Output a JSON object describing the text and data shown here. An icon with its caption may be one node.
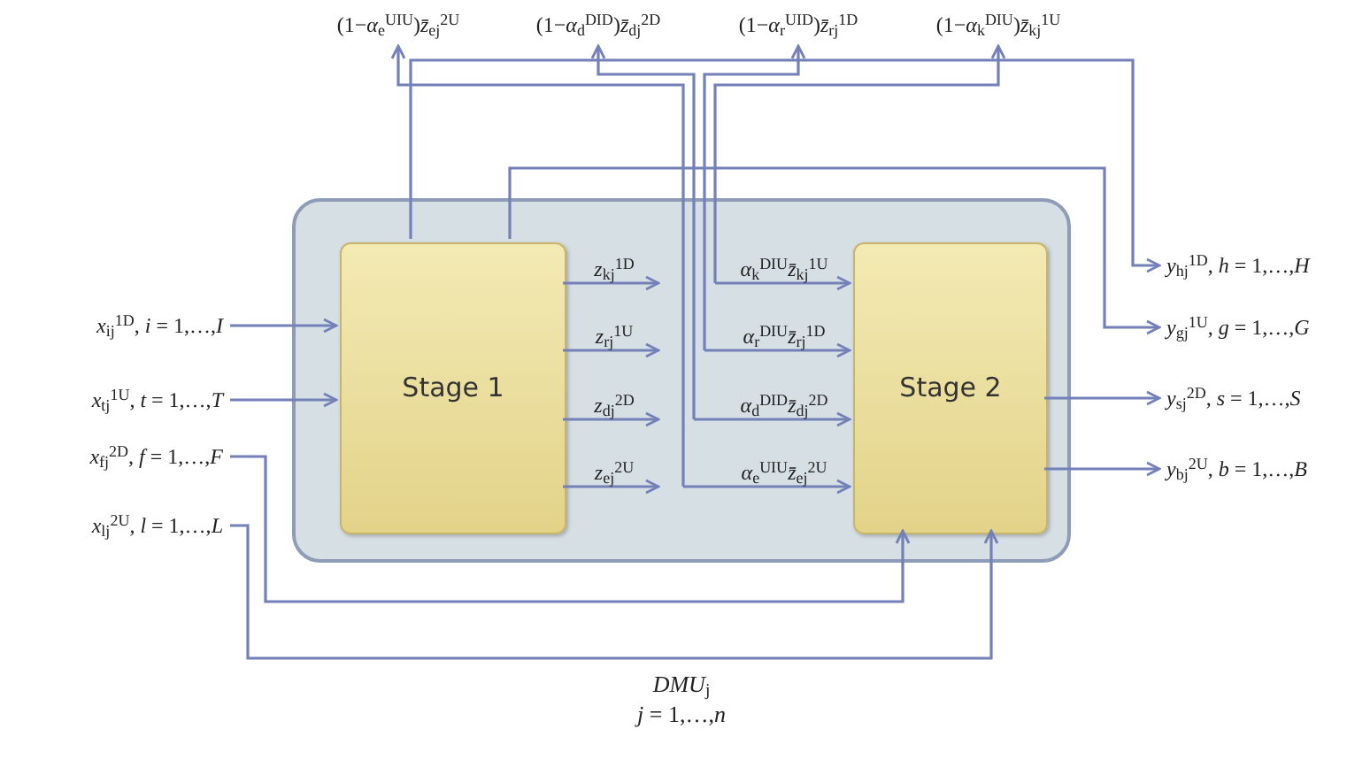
{
  "diagram": {
    "nodes": [
      {
        "text": [],
        "shape": "box"
      },
      {
        "text": [
          "Stage 1"
        ],
        "in": 0
      },
      {
        "text": [
          "Stage 2"
        ],
        "in": 0
      },
      {
        "text": [
          "*x*$_{ij}$$^{1D}$, *i* = 1,…,*I*"
        ]
      },
      {
        "text": [
          "*x*$_{tj}$$^{1U}$, *t* = 1,…,*T*"
        ]
      },
      {
        "text": [
          "*x*$_{fj}$$^{2D}$, *f* = 1,…,*F*"
        ]
      },
      {
        "text": [
          "*x*$_{lj}$$^{2U}$, *l* = 1,…,*L*"
        ]
      },
      {
        "text": [
          "(1−*α*$_{e}$$^{UIU}$)*z̄*$_{ej}$$^{2U}$"
        ]
      },
      {
        "text": [
          "(1−*α*$_{d}$$^{DID}$)*z̄*$_{dj}$$^{2D}$"
        ]
      },
      {
        "text": [
          "(1−*α*$_{r}$$^{UID}$)*z̄*$_{rj}$$^{1D}$"
        ]
      },
      {
        "text": [
          "(1−*α*$_{k}$$^{DIU}$)*z̄*$_{kj}$$^{1U}$"
        ]
      },
      {
        "text": [
          "*y*$_{hj}$$^{1D}$, *h* = 1,…,*H*"
        ]
      },
      {
        "text": [
          "*y*$_{gj}$$^{1U}$, *g* = 1,…,*G*"
        ]
      },
      {
        "text": [
          "*y*$_{sj}$$^{2D}$, *s* = 1,…,*S*"
        ]
      },
      {
        "text": [
          "*y*$_{bj}$$^{2U}$, *b* = 1,…,*B*"
        ]
      }
    ],
    "edges": [
      {
        "from": 3,
        "to": 1,
        "arrow": "to"
      },
      {
        "from": 4,
        "to": 1,
        "arrow": "to"
      },
      {
        "from": 5,
        "to": 2,
        "arrow": "to"
      },
      {
        "from": 6,
        "to": 2,
        "arrow": "to"
      },
      {
        "from": 1,
        "to": null,
        "arrow": "to",
        "label": "*z*$_{kj}$$^{1D}$"
      },
      {
        "from": 1,
        "to": null,
        "arrow": "to",
        "label": "*z*$_{rj}$$^{1U}$"
      },
      {
        "from": 1,
        "to": null,
        "arrow": "to",
        "label": "*z*$_{dj}$$^{2D}$"
      },
      {
        "from": 1,
        "to": null,
        "arrow": "to",
        "label": "*z*$_{ej}$$^{2U}$"
      },
      {
        "from": null,
        "to": 2,
        "arrow": "to",
        "label": "*α*$_{k}$$^{DIU}$*z̄*$_{kj}$$^{1U}$"
      },
      {
        "from": null,
        "to": 2,
        "arrow": "to",
        "label": "*α*$_{r}$$^{DIU}$*z̄*$_{rj}$$^{1D}$"
      },
      {
        "from": null,
        "to": 2,
        "arrow": "to",
        "label": "*α*$_{d}$$^{DID}$*z̄*$_{dj}$$^{2D}$"
      },
      {
        "from": null,
        "to": 2,
        "arrow": "to",
        "label": "*α*$_{e}$$^{UIU}$*z̄*$_{ej}$$^{2U}$"
      },
      {
        "from": null,
        "to": 10,
        "arrow": "to"
      },
      {
        "from": null,
        "to": 9,
        "arrow": "to"
      },
      {
        "from": null,
        "to": 8,
        "arrow": "to"
      },
      {
        "from": null,
        "to": 7,
        "arrow": "to"
      },
      {
        "from": 1,
        "to": 11,
        "arrow": "to"
      },
      {
        "from": 1,
        "to": 12,
        "arrow": "to"
      },
      {
        "from": 2,
        "to": 13,
        "arrow": "to"
      },
      {
        "from": 2,
        "to": 14,
        "arrow": "to"
      }
    ],
    "labels": [
      "*DMU*$_{j}$",
      "*j* = 1,…,*n*"
    ]
  }
}
